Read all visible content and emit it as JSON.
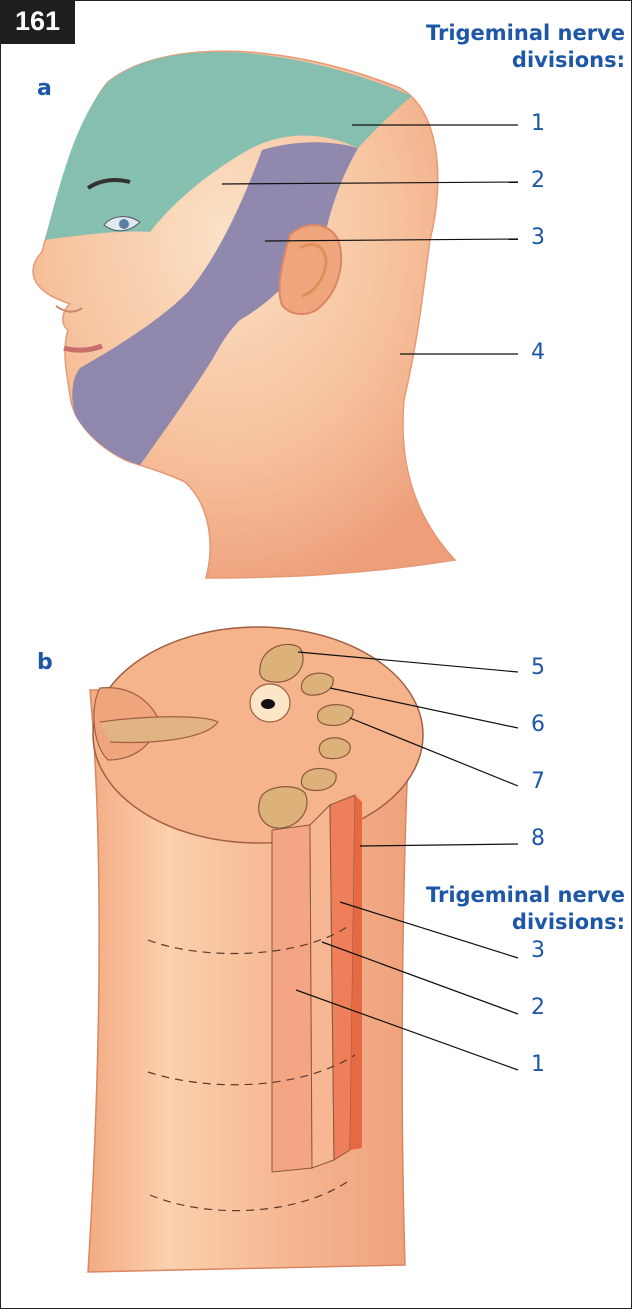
{
  "figure_number": "161",
  "panel_a": {
    "letter": "a",
    "heading_line1": "Trigeminal nerve",
    "heading_line2": "divisions:",
    "labels": [
      "1",
      "2",
      "3",
      "4"
    ]
  },
  "panel_b": {
    "letter": "b",
    "heading_line1": "Trigeminal nerve",
    "heading_line2": "divisions:",
    "labels_top": [
      "5",
      "6",
      "7",
      "8"
    ],
    "labels_bottom": [
      "3",
      "2",
      "1"
    ]
  },
  "colors": {
    "accent": "#1d57a6",
    "skin": "#f5b48c",
    "division_1": "#7fbfb0",
    "division_2": "#f6d5b0",
    "division_3": "#8a84ad"
  }
}
